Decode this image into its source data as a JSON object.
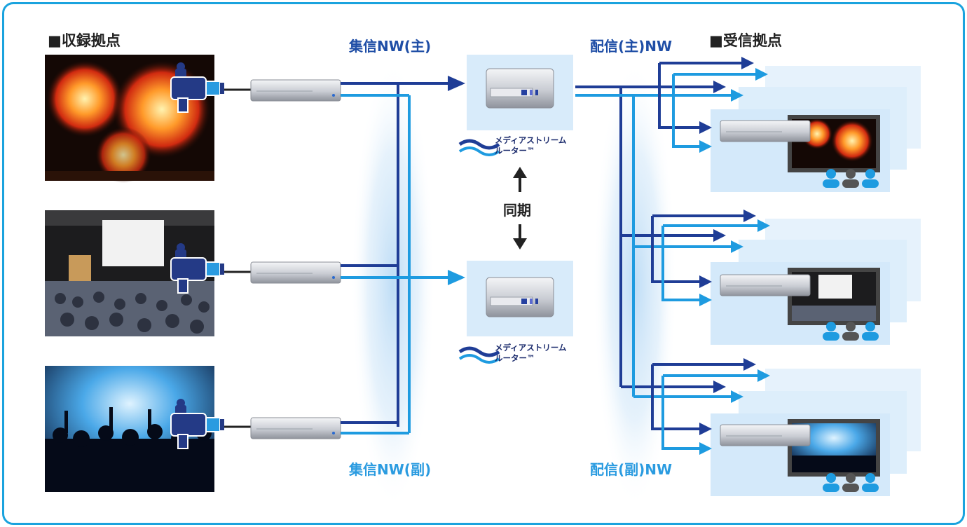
{
  "sections": {
    "recording_sites": "■収録拠点",
    "receiving_sites": "■受信拠点"
  },
  "networks": {
    "collect_main": "集信NW(主)",
    "collect_sub": "集信NW(副)",
    "deliver_main": "配信(主)NW",
    "deliver_sub": "配信(副)NW"
  },
  "sync_label": "同期",
  "router_logo": {
    "line1": "メディアストリーム",
    "line2": "ルーター™"
  },
  "colors": {
    "main_line": "#1f3d96",
    "sub_line": "#1e9be0",
    "frame": "#1aa3de",
    "panel": "#d8ebfa"
  },
  "icons": [
    "video-camera-icon",
    "encoder-device-icon",
    "router-server-icon",
    "audience-icon",
    "arrow-icon"
  ],
  "scenes": [
    "fireworks",
    "conference",
    "concert"
  ]
}
